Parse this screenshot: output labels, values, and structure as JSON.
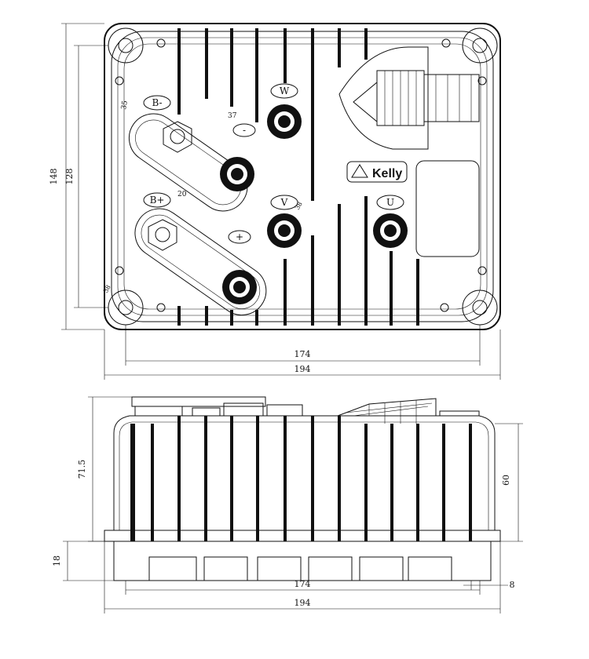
{
  "top_view": {
    "dimensions": {
      "width_outer": "194",
      "width_holes": "174",
      "height_outer": "148",
      "height_holes": "128",
      "hole_dia": "38",
      "slot_a": "35",
      "slot_b": "37",
      "slot_c": "20",
      "terminal_dia": "38"
    },
    "terminals": {
      "w": "W",
      "v": "V",
      "u": "U",
      "b_minus": "B-",
      "b_plus": "B+",
      "minus": "-",
      "plus": "+"
    },
    "logo_text": "Kelly"
  },
  "side_view": {
    "dimensions": {
      "total_height": "71.5",
      "body_height": "60",
      "base_height": "18",
      "width_holes": "174",
      "width_outer": "194",
      "flange_width": "8"
    }
  }
}
